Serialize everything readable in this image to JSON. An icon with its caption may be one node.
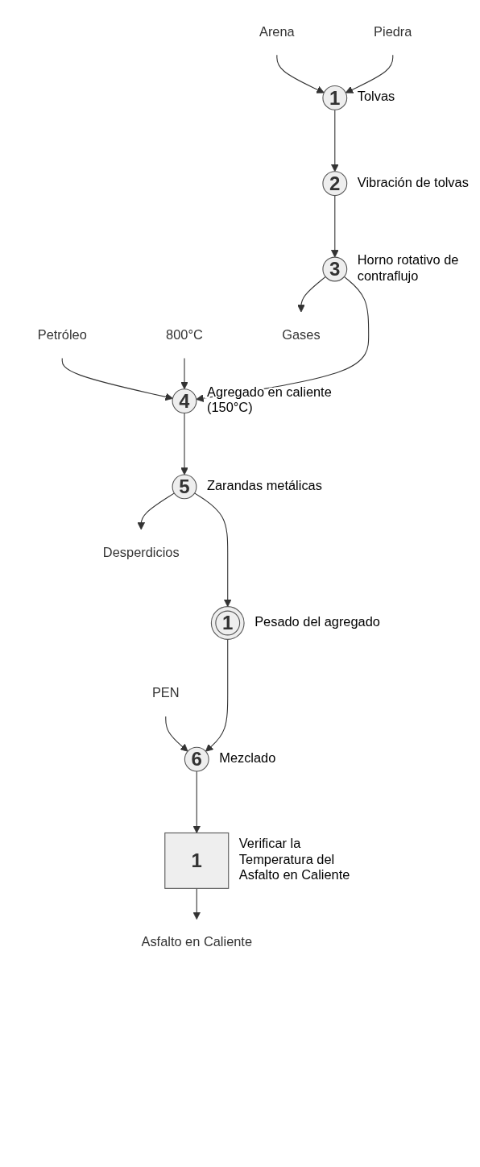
{
  "diagram": {
    "nodes": [
      {
        "text": [
          "Arena"
        ]
      },
      {
        "text": [
          "Piedra"
        ]
      },
      {
        "text": [
          "1"
        ],
        "beside": [
          "Tolvas"
        ]
      },
      {
        "text": [
          "2"
        ],
        "beside": [
          "Vibración de tolvas"
        ]
      },
      {
        "text": [
          "3"
        ],
        "beside": [
          "Horno rotativo de contraflujo"
        ]
      },
      {
        "text": [
          "Petróleo"
        ]
      },
      {
        "text": [
          "800°C"
        ]
      },
      {
        "text": [
          "Gases"
        ]
      },
      {
        "text": [
          "4"
        ],
        "beside": [
          "Agregado en caliente (150°C)"
        ]
      },
      {
        "text": [
          "5"
        ],
        "beside": [
          "Zarandas metálicas"
        ]
      },
      {
        "text": [
          "Desperdicios"
        ]
      },
      {
        "text": [
          "1"
        ],
        "beside": [
          "Pesado del agregado"
        ]
      },
      {
        "text": [
          "PEN"
        ]
      },
      {
        "text": [
          "6"
        ],
        "beside": [
          "Mezclado"
        ]
      },
      {
        "text": [
          "1"
        ],
        "beside": [
          "Verificar la Temperatura del Asfalto en Caliente"
        ]
      },
      {
        "text": [
          "Asfalto en Caliente"
        ]
      }
    ],
    "edges": [
      {
        "from": 0,
        "to": 2,
        "arrow": "to"
      },
      {
        "from": 1,
        "to": 2,
        "arrow": "to"
      },
      {
        "from": 2,
        "to": 3,
        "arrow": "to"
      },
      {
        "from": 3,
        "to": 4,
        "arrow": "to"
      },
      {
        "from": 5,
        "to": 8,
        "arrow": "to"
      },
      {
        "from": 6,
        "to": 8,
        "arrow": "to"
      },
      {
        "from": 4,
        "to": 7,
        "arrow": "to"
      },
      {
        "from": 4,
        "to": 8,
        "arrow": "to"
      },
      {
        "from": 8,
        "to": 9,
        "arrow": "to"
      },
      {
        "from": 9,
        "to": 10,
        "arrow": "to"
      },
      {
        "from": 9,
        "to": 11,
        "arrow": "to"
      },
      {
        "from": 12,
        "to": 13,
        "arrow": "to"
      },
      {
        "from": 11,
        "to": 13,
        "arrow": "to"
      },
      {
        "from": 13,
        "to": 14,
        "arrow": "to"
      },
      {
        "from": 14,
        "to": 15,
        "arrow": "to"
      }
    ]
  }
}
